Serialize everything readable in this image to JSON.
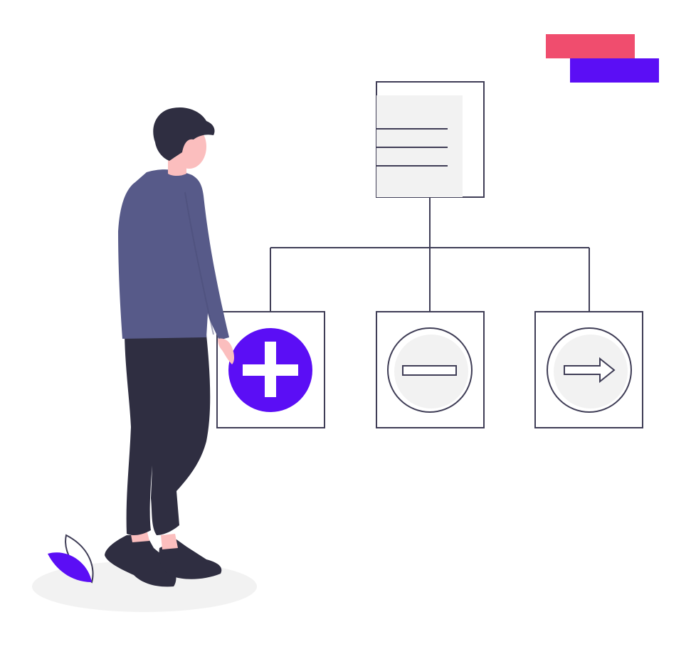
{
  "illustration": {
    "colors": {
      "accent_pink": "#F04D6E",
      "accent_purple": "#5B0EF5",
      "outline": "#3F3D56",
      "card_fill": "#F2F2F2",
      "sweater": "#575A89",
      "pants": "#2F2E41",
      "skin": "#FBBEBE",
      "hair": "#2F2E41",
      "shadow": "#F2F2F2"
    },
    "nodes": [
      {
        "id": "document",
        "icon": "document-icon"
      },
      {
        "id": "add",
        "icon": "plus-icon",
        "state": "active"
      },
      {
        "id": "remove",
        "icon": "minus-icon",
        "state": "inactive"
      },
      {
        "id": "next",
        "icon": "arrow-right-icon",
        "state": "inactive"
      }
    ]
  }
}
